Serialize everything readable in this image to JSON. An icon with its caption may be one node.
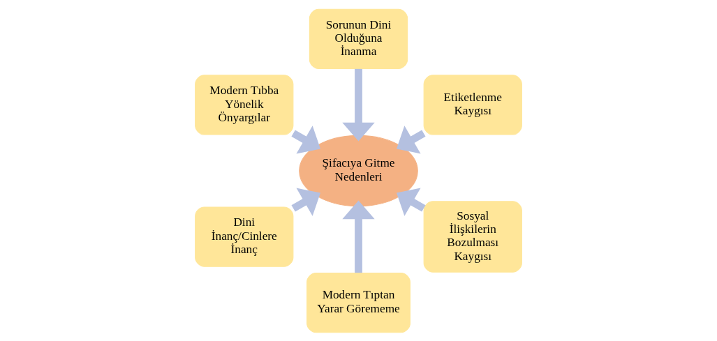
{
  "diagram": {
    "nodes": [
      {
        "text": [
          "Etiketlenme Kaygısı"
        ]
      },
      {
        "text": [
          "Sorunun Dini Olduğuna İnanma"
        ]
      },
      {
        "text": [
          "Modern Tıbba Yönelik Önyargılar"
        ]
      },
      {
        "text": [
          "Dini İnanç/Cinlere İnanç"
        ]
      },
      {
        "text": [
          "Modern Tıptan Yarar Görememe"
        ]
      },
      {
        "text": [
          "Şifacıya Gitme Nedenleri"
        ]
      },
      {
        "text": [
          "Sosyal İlişkilerin Bozulması Kaygısı"
        ]
      }
    ],
    "edges": [
      {
        "from": 0,
        "to": 5,
        "arrow": "to"
      },
      {
        "from": 1,
        "to": 5,
        "arrow": "to"
      },
      {
        "from": 2,
        "to": 5,
        "arrow": "to"
      },
      {
        "from": 3,
        "to": 5,
        "arrow": "to"
      },
      {
        "from": 4,
        "to": 5,
        "arrow": "to"
      },
      {
        "from": 6,
        "to": 5,
        "arrow": "to"
      }
    ]
  }
}
